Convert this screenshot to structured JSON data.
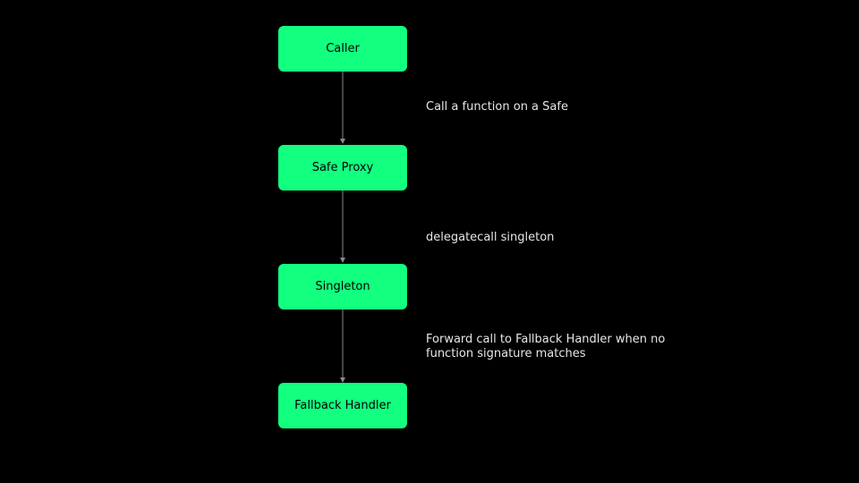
{
  "colors": {
    "background": "#000000",
    "node_fill": "#12ff80",
    "node_text": "#000000",
    "label_text": "#e6e6e6",
    "arrow": "#8a8a8a"
  },
  "nodes": [
    {
      "label": "Caller"
    },
    {
      "label": "Safe Proxy"
    },
    {
      "label": "Singleton"
    },
    {
      "label": "Fallback Handler"
    }
  ],
  "edges": [
    {
      "from": "Caller",
      "to": "Safe Proxy",
      "label": "Call a function on a Safe"
    },
    {
      "from": "Safe Proxy",
      "to": "Singleton",
      "label": "delegatecall singleton"
    },
    {
      "from": "Singleton",
      "to": "Fallback Handler",
      "label": "Forward call to Fallback Handler when no\nfunction signature matches"
    }
  ]
}
